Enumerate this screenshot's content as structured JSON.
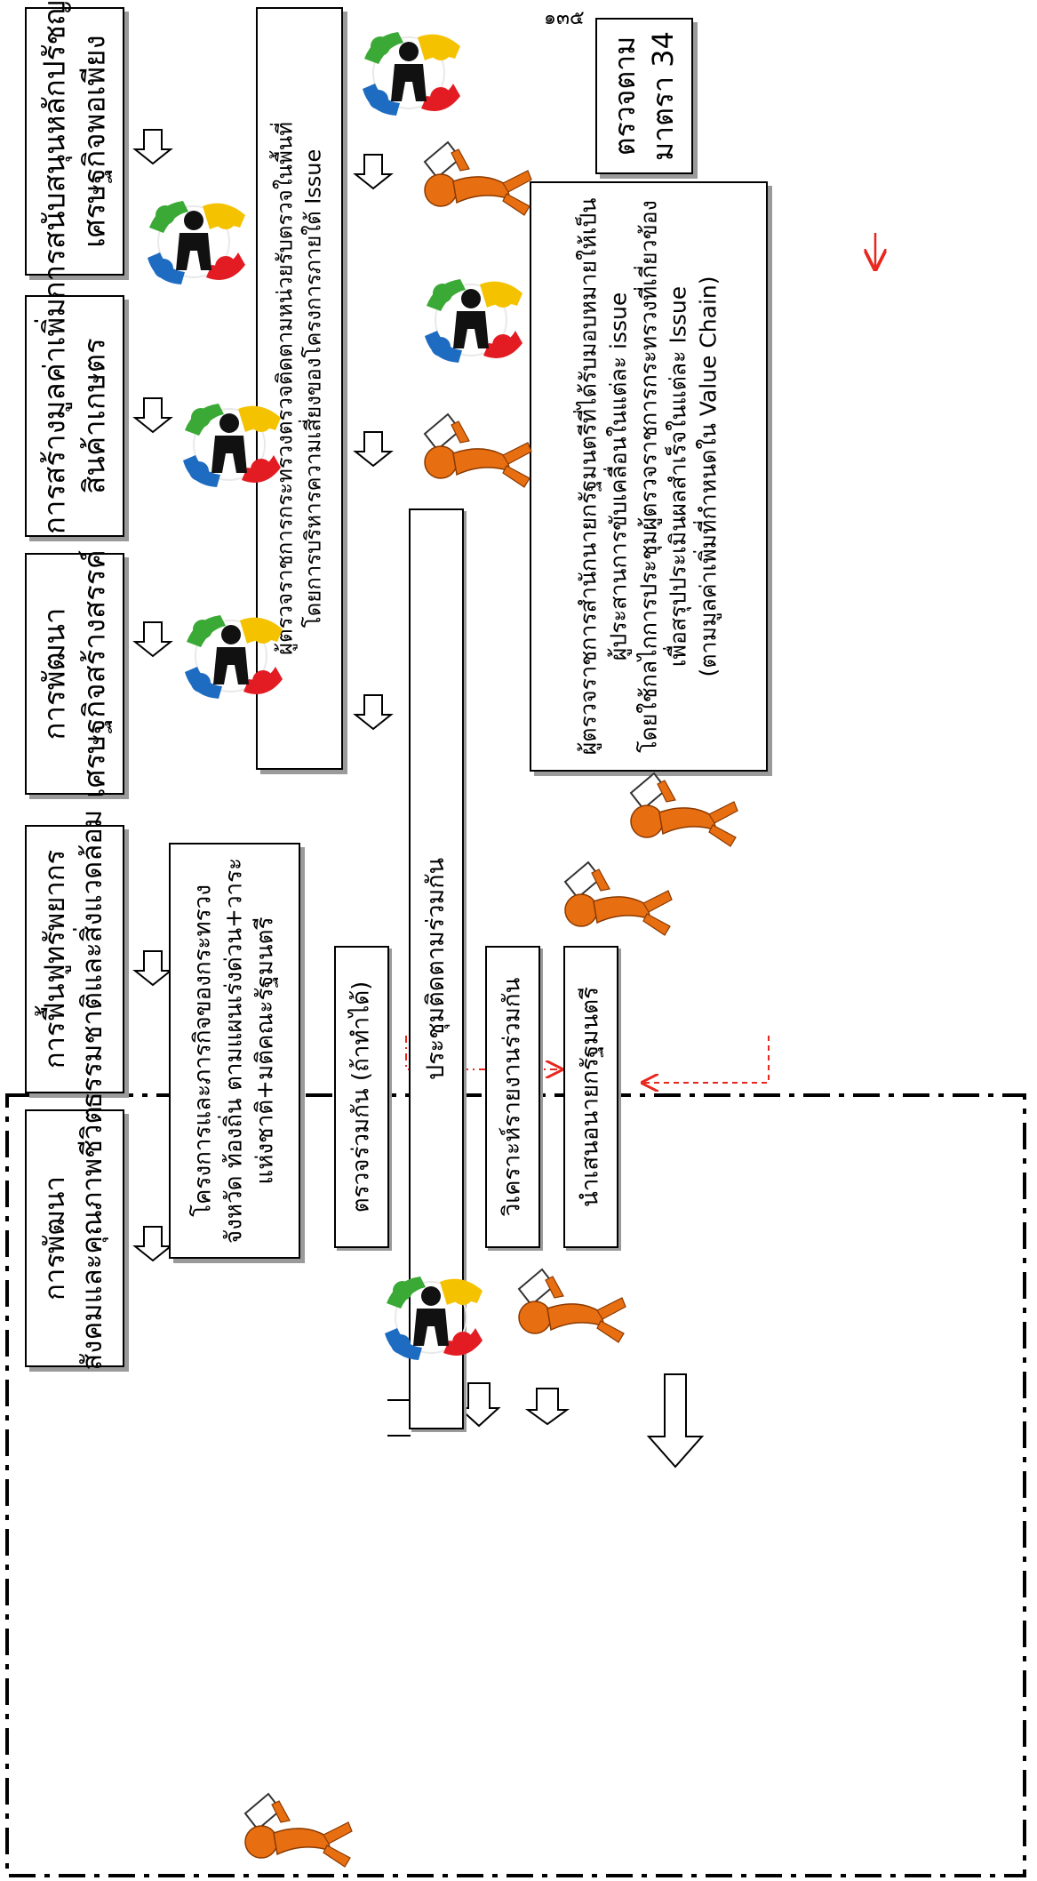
{
  "page_number": "๑๓๕",
  "strategies": [
    {
      "line1": "การสนับสนุนหลักปรัชญา",
      "line2": "เศรษฐกิจพอเพียง"
    },
    {
      "line1": "การสร้างมูลค่าเพิ่ม",
      "line2": "สินค้าเกษตร"
    },
    {
      "line1": "การพัฒนา",
      "line2": "เศรษฐกิจสร้างสรรค์"
    },
    {
      "line1": "การฟื้นฟูทรัพยากร",
      "line2": "ธรรมชาติและสิ่งแวดล้อม"
    },
    {
      "line1": "การพัฒนา",
      "line2": "สังคมและคุณภาพชีวิต"
    }
  ],
  "ministry_inspector_box": {
    "line1": "ผู้ตรวจราชการกระทรวงตรวจติดตามหน่วยรับตรวจในพื้นที่",
    "line2": "โดยการบริหารความเสี่ยงของโครงการภายใต้ Issue"
  },
  "section34_box": {
    "line1": "ตรวจตาม",
    "line2": "มาตรา 34"
  },
  "pm_inspector_box": {
    "line1": "ผู้ตรวจราชการสำนักนายกรัฐมนตรีที่ได้รับมอบหมายให้เป็น",
    "line2": "ผู้ประสานการขับเคลื่อนในแต่ละ issue",
    "line3": "โดยใช้กลไกการประชุมผู้ตรวจราชการกระทรวงที่เกี่ยวข้อง",
    "line4": "เพื่อสรุปประเมินผลสำเร็จในแต่ละ Issue",
    "line5": "(ตามมูลค่าเพิ่มที่กำหนดใน Value Chain)"
  },
  "joint_meeting_box": "ประชุมติดตามร่วมกัน",
  "projects_box": {
    "line1": "โครงการและภารกิจของกระทรวง",
    "line2": "จังหวัด ท้องถิ่น ตามแผนเร่งด่วน+วาระ",
    "line3": "แห่งชาติ+มติคณะรัฐมนตรี"
  },
  "joint_inspect_box": "ตรวจร่วมกัน (ถ้าทำได้)",
  "analysis_box": "วิเคราะห์รายงานร่วมกัน",
  "present_box": "นำเสนอนายกรัฐมนตรี",
  "colors": {
    "arrow_red": "#e8261e",
    "figure_orange": "#e86e12",
    "frame": "#000000"
  },
  "icons": [
    "people-circle-icon",
    "inspector-figure-icon"
  ]
}
